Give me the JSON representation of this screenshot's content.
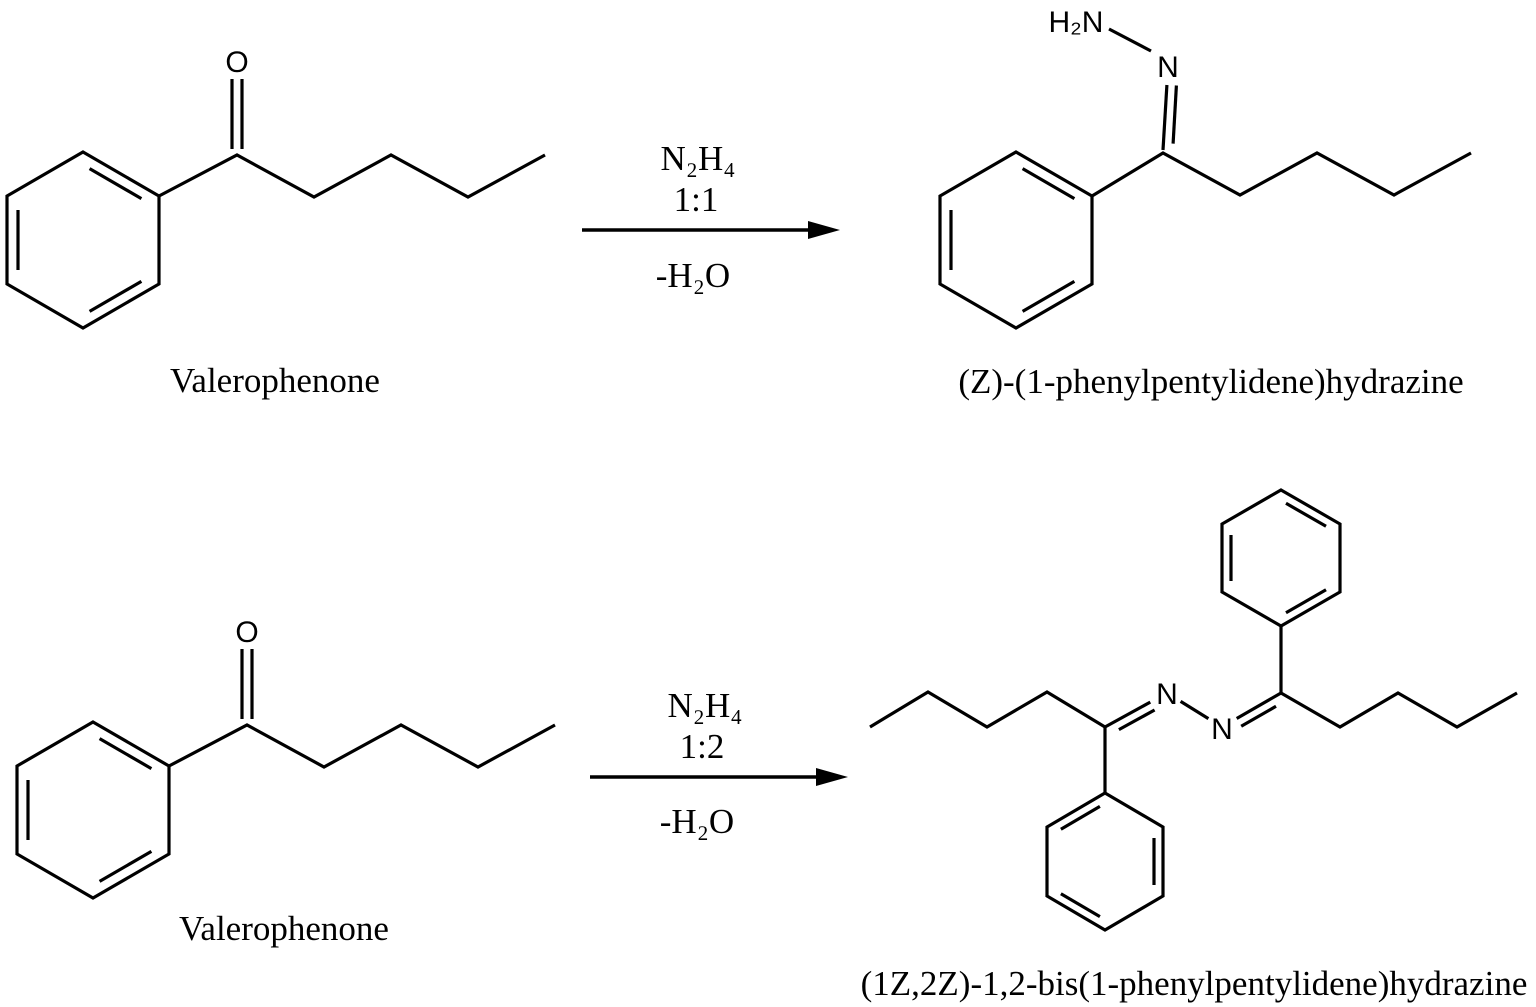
{
  "scheme": {
    "reaction_1": {
      "reactant_name": "Valerophenone",
      "reactant_atoms": {
        "oxygen": "O"
      },
      "conditions": {
        "reagent": "N₂H₄",
        "ratio": "1:1",
        "byproduct": "-H₂O"
      },
      "product_name": "(Z)-(1-phenylpentylidene)hydrazine",
      "product_atoms": {
        "amine_group": "H₂N",
        "imine_nitrogen": "N"
      }
    },
    "reaction_2": {
      "reactant_name": "Valerophenone",
      "reactant_atoms": {
        "oxygen": "O"
      },
      "conditions": {
        "reagent": "N₂H₄",
        "ratio": "1:2",
        "byproduct": "-H₂O"
      },
      "product_name": "(1Z,2Z)-1,2-bis(1-phenylpentylidene)hydrazine",
      "product_atoms": {
        "left_nitrogen": "N",
        "right_nitrogen": "N"
      }
    },
    "colors": {
      "ink": "#000000",
      "background": "#ffffff"
    }
  }
}
